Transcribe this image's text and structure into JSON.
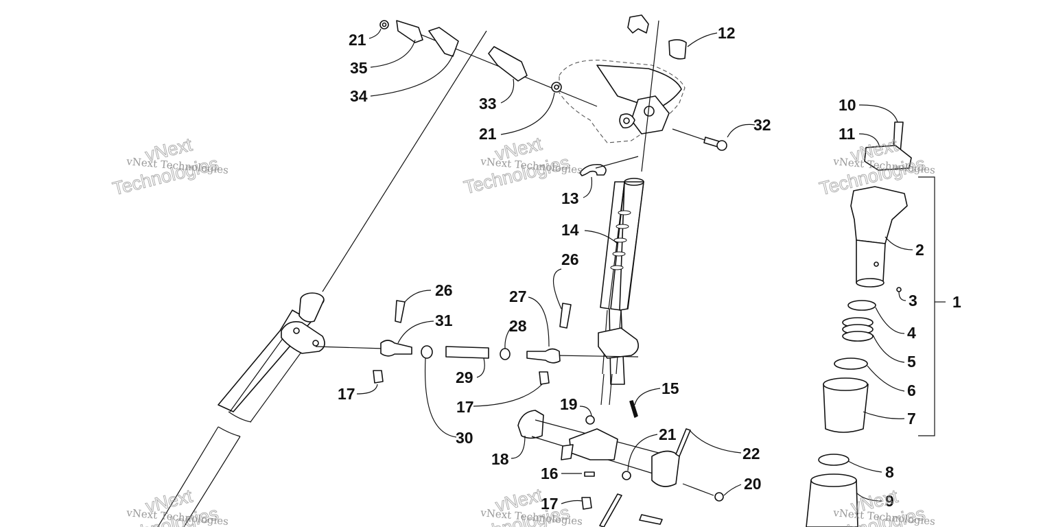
{
  "callouts": {
    "c1": "1",
    "c2": "2",
    "c3": "3",
    "c4": "4",
    "c5": "5",
    "c6": "6",
    "c7": "7",
    "c8": "8",
    "c9": "9",
    "c10": "10",
    "c11": "11",
    "c12": "12",
    "c13": "13",
    "c14": "14",
    "c15": "15",
    "c16": "16",
    "c17": "17",
    "c18": "18",
    "c19": "19",
    "c20": "20",
    "c21": "21",
    "c22": "22",
    "c26": "26",
    "c27": "27",
    "c28": "28",
    "c29": "29",
    "c30": "30",
    "c31": "31",
    "c32": "32",
    "c33": "33",
    "c34": "34",
    "c35": "35"
  },
  "watermark": {
    "line1": "vNext",
    "line2": "Technologies",
    "small": "vNext Technologies"
  }
}
